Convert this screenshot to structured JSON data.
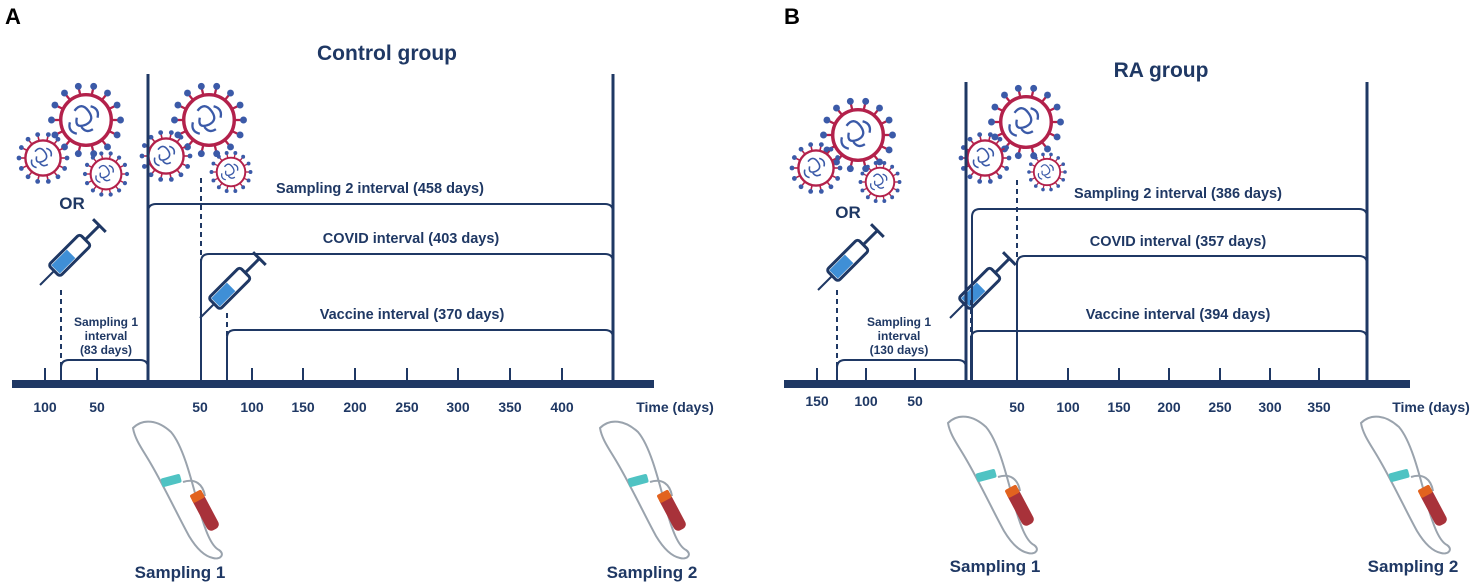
{
  "panels": [
    {
      "letter": "A",
      "title": "Control group",
      "or_label": "OR",
      "sampling1_label_lines": [
        "Sampling 1",
        "interval",
        "(83 days)"
      ],
      "intervals": {
        "sampling2": "Sampling 2 interval (458 days)",
        "covid": "COVID interval (403 days)",
        "vaccine": "Vaccine interval (370 days)"
      },
      "ticks_before": [
        "100",
        "50"
      ],
      "ticks_after": [
        "50",
        "100",
        "150",
        "200",
        "250",
        "300",
        "350",
        "400"
      ],
      "axis_label": "Time (days)",
      "sampling_labels": [
        "Sampling 1",
        "Sampling 2"
      ]
    },
    {
      "letter": "B",
      "title": "RA group",
      "or_label": "OR",
      "sampling1_label_lines": [
        "Sampling 1",
        "interval",
        "(130 days)"
      ],
      "intervals": {
        "sampling2": "Sampling 2 interval (386 days)",
        "covid": "COVID interval (357 days)",
        "vaccine": "Vaccine interval (394 days)"
      },
      "ticks_before": [
        "150",
        "100",
        "50"
      ],
      "ticks_after": [
        "50",
        "100",
        "150",
        "200",
        "250",
        "300",
        "350"
      ],
      "axis_label": "Time (days)",
      "sampling_labels": [
        "Sampling 1",
        "Sampling 2"
      ]
    }
  ],
  "colors": {
    "navy": "#1f3864",
    "virus_body": "#b3214b",
    "virus_spike": "#3b5aa8",
    "syringe_fill": "#3f8fd6",
    "tourniquet": "#4fc3c3",
    "blood": "#a8323a",
    "skin_outline": "#9aa3ad"
  },
  "icons": [
    "virus-icon",
    "syringe-icon",
    "arm-blood-draw-icon"
  ]
}
